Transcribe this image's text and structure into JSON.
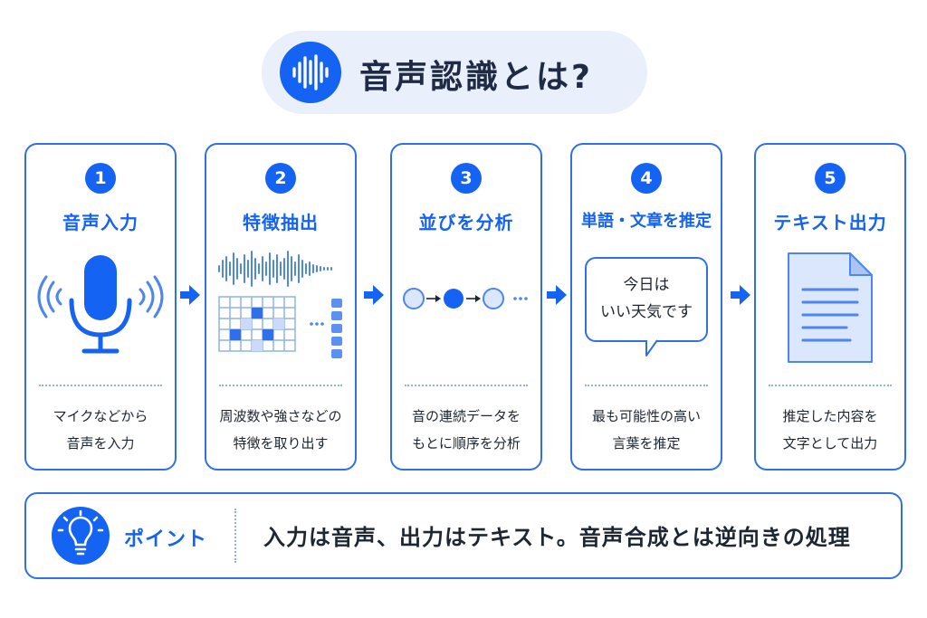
{
  "title": "音声認識とは?",
  "steps": [
    {
      "number": "1",
      "title": "音声入力",
      "desc": [
        "マイクなどから",
        "音声を入力"
      ]
    },
    {
      "number": "2",
      "title": "特徴抽出",
      "desc": [
        "周波数や強さなどの",
        "特徴を取り出す"
      ]
    },
    {
      "number": "3",
      "title": "並びを分析",
      "desc": [
        "音の連続データを",
        "もとに順序を分析"
      ]
    },
    {
      "number": "4",
      "title": "単語・文章を推定",
      "desc": [
        "最も可能性の高い",
        "言葉を推定"
      ],
      "bubble": [
        "今日は",
        "いい天気です"
      ]
    },
    {
      "number": "5",
      "title": "テキスト出力",
      "desc": [
        "推定した内容を",
        "文字として出力"
      ]
    }
  ],
  "point": {
    "label": "ポイント",
    "text": "入力は音声、出力はテキスト。音声合成とは逆向きの処理"
  },
  "colors": {
    "accent": "#1463f3",
    "border": "#2f6fe8",
    "light": "#e9f0fb",
    "dot": "#8fb2ee"
  }
}
